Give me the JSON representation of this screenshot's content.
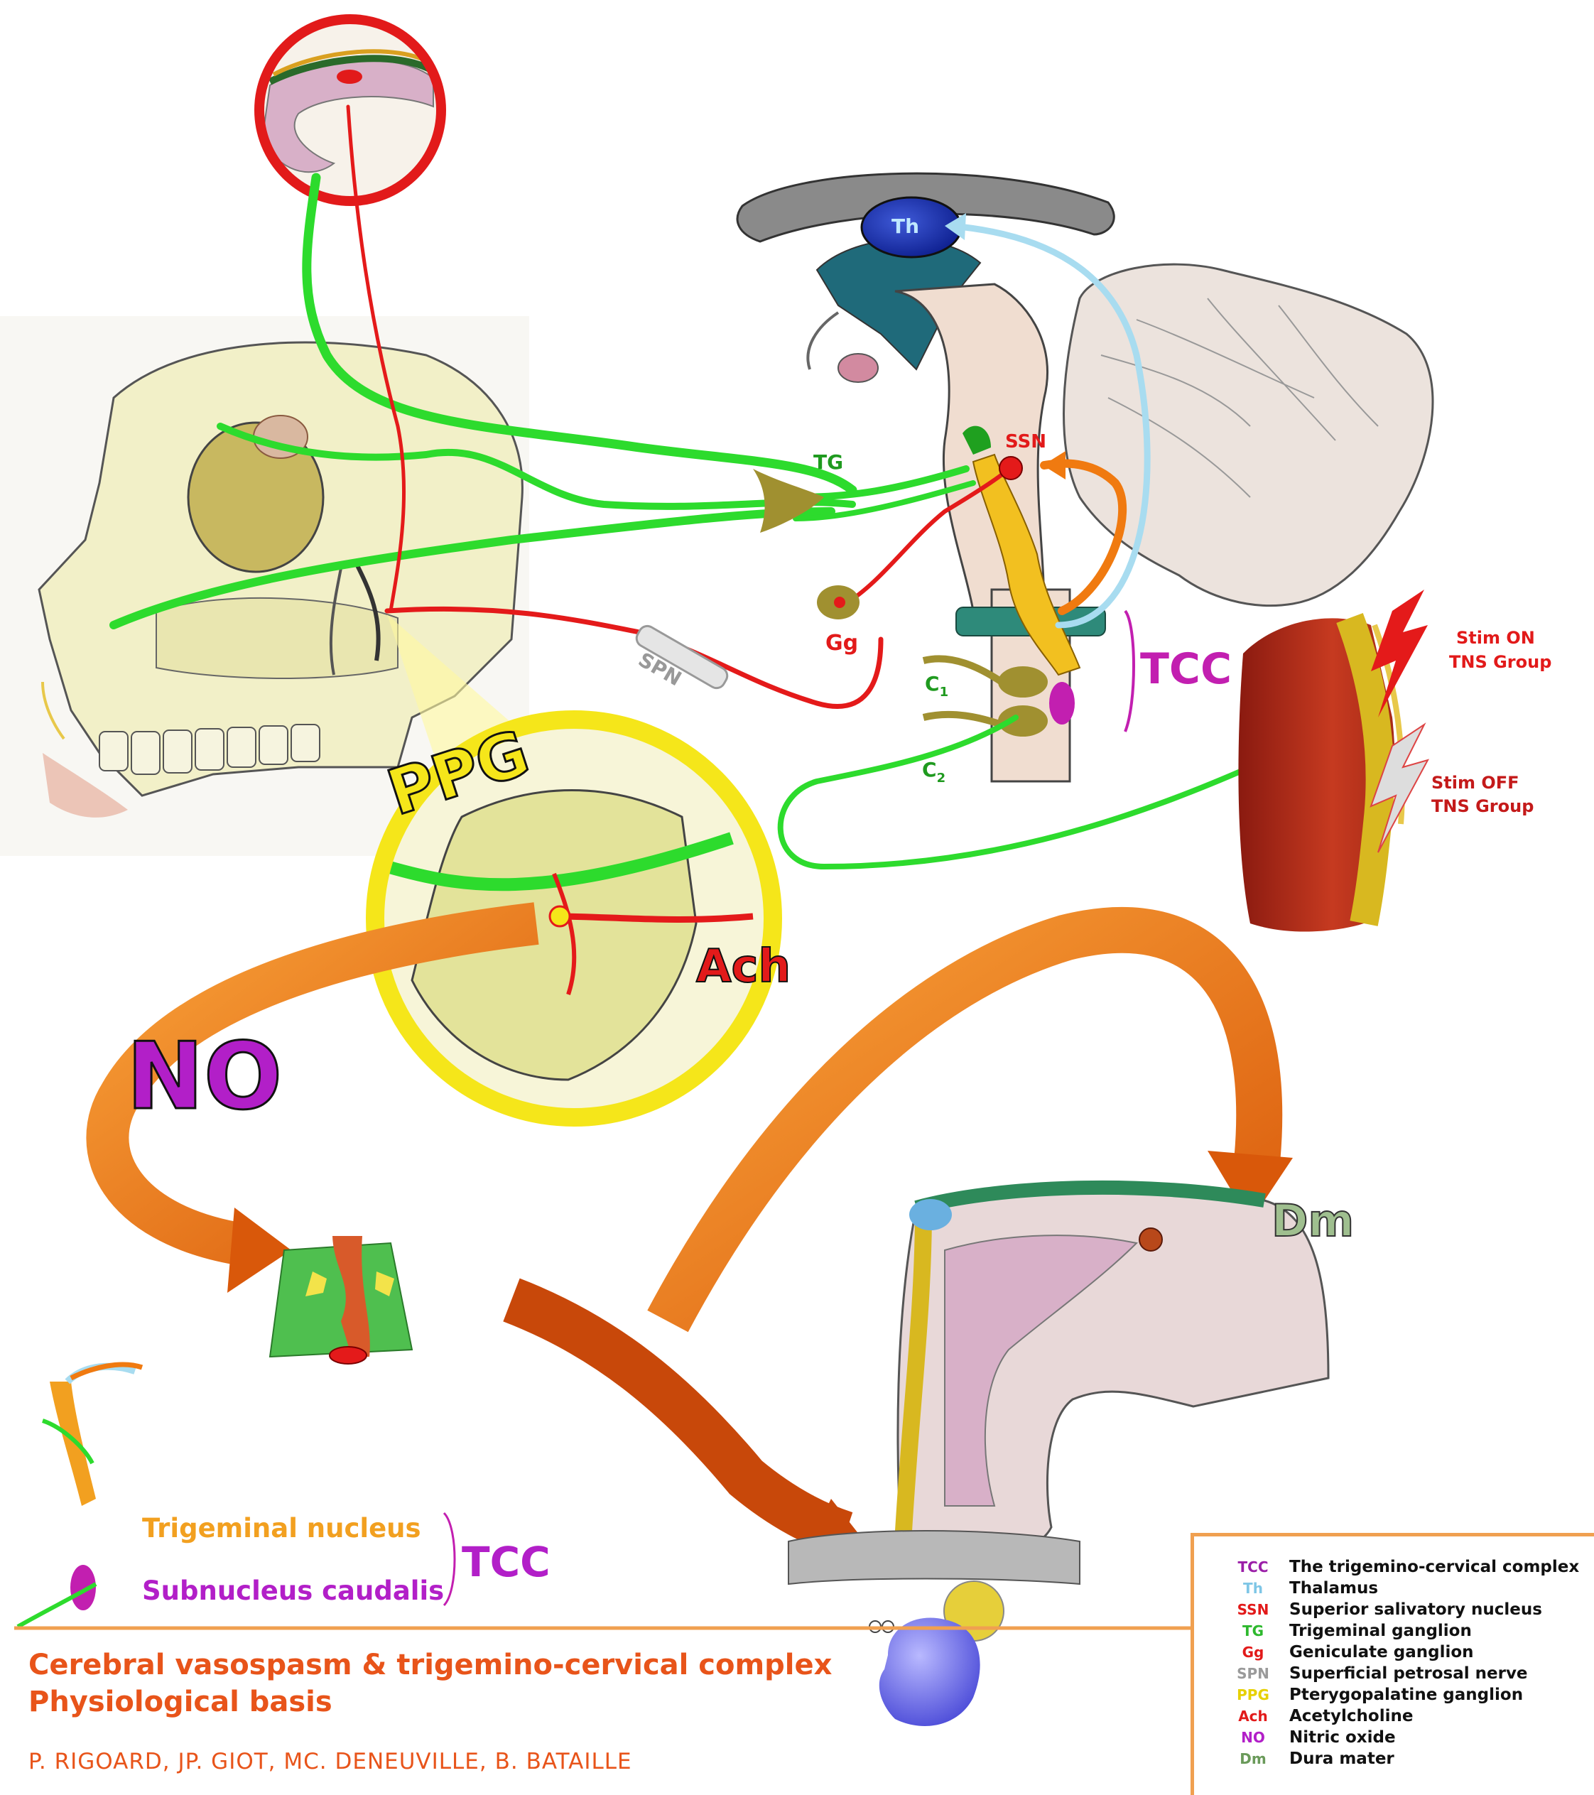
{
  "labels": {
    "TG": "TG",
    "SSN": "SSN",
    "Th": "Th",
    "Gg": "Gg",
    "SPN": "SPN",
    "C1": "C",
    "C1_sub": "1",
    "C2": "C",
    "C2_sub": "2",
    "TCC": "TCC",
    "PPG": "PPG",
    "Ach": "Ach",
    "NO": "NO",
    "Dm": "Dm",
    "stim_on_1": "Stim ON",
    "stim_on_2": "TNS Group",
    "stim_off_1": "Stim OFF",
    "stim_off_2": "TNS Group"
  },
  "tcc_key": {
    "nucleus": "Trigeminal nucleus",
    "caudalis": "Subnucleus caudalis",
    "tcc": "TCC"
  },
  "footer": {
    "title_line1": "Cerebral vasospasm & trigemino-cervical complex",
    "title_line2": "Physiological basis",
    "authors": "P. RIGOARD, JP. GIOT, MC. DENEUVILLE, B. BATAILLE"
  },
  "legend": [
    {
      "abbr": "TCC",
      "definition": "The trigemino-cervical complex",
      "color": "#9b1fa8"
    },
    {
      "abbr": "Th",
      "definition": "Thalamus",
      "color": "#7fc6e6"
    },
    {
      "abbr": "SSN",
      "definition": "Superior salivatory nucleus",
      "color": "#e21a1a"
    },
    {
      "abbr": "TG",
      "definition": "Trigeminal ganglion",
      "color": "#2db82d"
    },
    {
      "abbr": "Gg",
      "definition": "Geniculate ganglion",
      "color": "#e21a1a"
    },
    {
      "abbr": "SPN",
      "definition": "Superficial petrosal nerve",
      "color": "#9a9a9a"
    },
    {
      "abbr": "PPG",
      "definition": "Pterygopalatine ganglion",
      "color": "#f2e21a"
    },
    {
      "abbr": "Ach",
      "definition": "Acetylcholine",
      "color": "#e21a1a"
    },
    {
      "abbr": "NO",
      "definition": "Nitric oxide",
      "color": "#b21fc8"
    },
    {
      "abbr": "Dm",
      "definition": "Dura mater",
      "color": "#6a9a5a"
    }
  ],
  "colors": {
    "nerve_green": "#2ddb2d",
    "nerve_red": "#e41a1a",
    "arrow_orange": "#f07a10",
    "magenta": "#c21fb0",
    "yellow": "#f5e61a",
    "title_orange": "#e8541a"
  }
}
